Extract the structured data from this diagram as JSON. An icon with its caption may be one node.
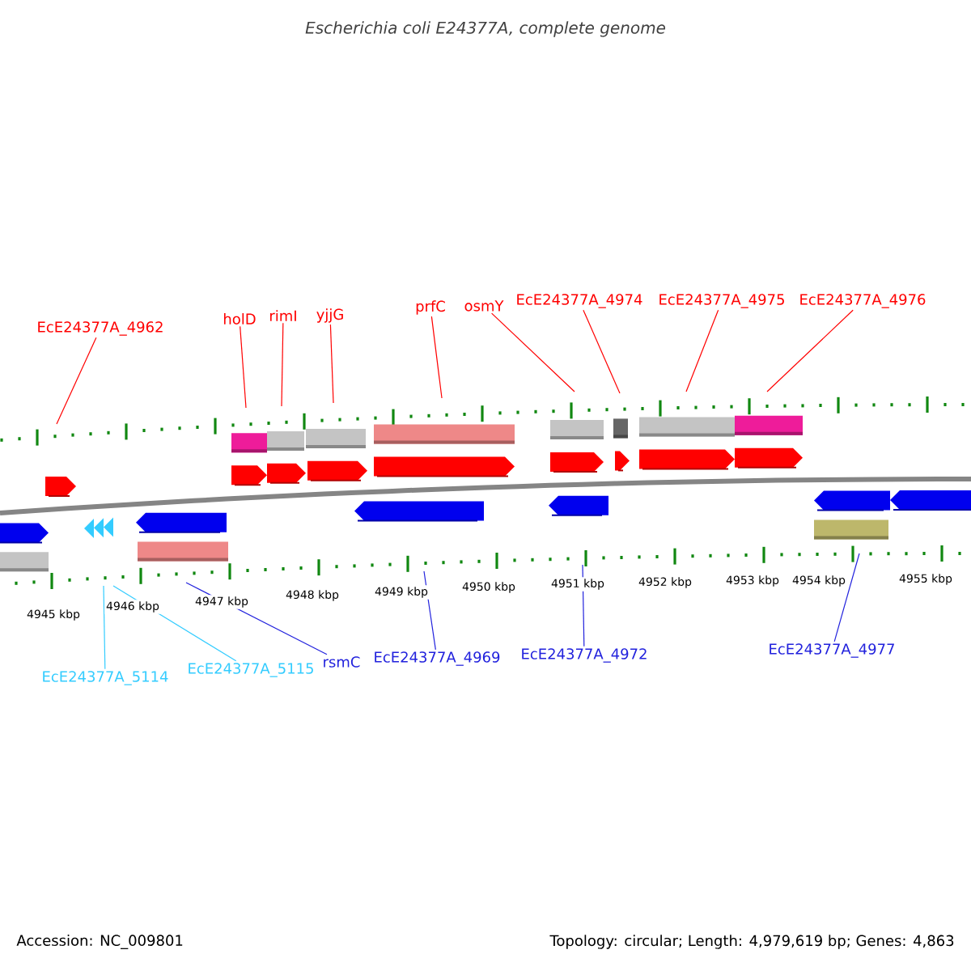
{
  "diagram": {
    "title": "Escherichia coli E24377A, complete genome",
    "nodes": [
      {
        "text": [
          "EcE24377A_4962"
        ]
      },
      {
        "text": [
          "holD"
        ]
      },
      {
        "text": [
          "rimI"
        ]
      },
      {
        "text": [
          "yjjG"
        ]
      },
      {
        "text": [
          "prfC"
        ]
      },
      {
        "text": [
          "osmY"
        ]
      },
      {
        "text": [
          "EcE24377A_4974"
        ]
      },
      {
        "text": [
          "EcE24377A_4975"
        ]
      },
      {
        "text": [
          "EcE24377A_4976"
        ]
      },
      {
        "text": [
          "EcE24377A_5114"
        ]
      },
      {
        "text": [
          "EcE24377A_5115"
        ]
      },
      {
        "text": [
          "rsmC"
        ]
      },
      {
        "text": [
          "EcE24377A_4969"
        ]
      },
      {
        "text": [
          "EcE24377A_4972"
        ]
      },
      {
        "text": [
          "EcE24377A_4977"
        ]
      }
    ],
    "edges": [
      {
        "from": 0,
        "to": null,
        "arrow": "none"
      },
      {
        "from": 1,
        "to": null,
        "arrow": "none"
      },
      {
        "from": 2,
        "to": null,
        "arrow": "none"
      },
      {
        "from": 3,
        "to": null,
        "arrow": "none"
      },
      {
        "from": 4,
        "to": null,
        "arrow": "none"
      },
      {
        "from": 5,
        "to": null,
        "arrow": "none"
      },
      {
        "from": 6,
        "to": null,
        "arrow": "none"
      },
      {
        "from": 7,
        "to": null,
        "arrow": "none"
      },
      {
        "from": 8,
        "to": null,
        "arrow": "none"
      },
      {
        "from": 9,
        "to": null,
        "arrow": "none",
        "color": "#33ccff"
      },
      {
        "from": 10,
        "to": null,
        "arrow": "none",
        "color": "#33ccff"
      },
      {
        "from": 11,
        "to": null,
        "arrow": "none",
        "color": "#2222dd"
      },
      {
        "from": 12,
        "to": null,
        "arrow": "none",
        "color": "#2222dd"
      },
      {
        "from": 13,
        "to": null,
        "arrow": "none",
        "color": "#2222dd"
      },
      {
        "from": 14,
        "to": null,
        "arrow": "none",
        "color": "#2222dd"
      }
    ],
    "labels": [
      "4945 kbp",
      "4946 kbp",
      "4947 kbp",
      "4948 kbp",
      "4949 kbp",
      "4950 kbp",
      "4951 kbp",
      "4952 kbp",
      "4953 kbp",
      "4954 kbp",
      "4955 kbp",
      "Accession: NC_009801",
      "Topology: circular; Length: 4,979,619 bp; Genes: 4,863"
    ]
  }
}
